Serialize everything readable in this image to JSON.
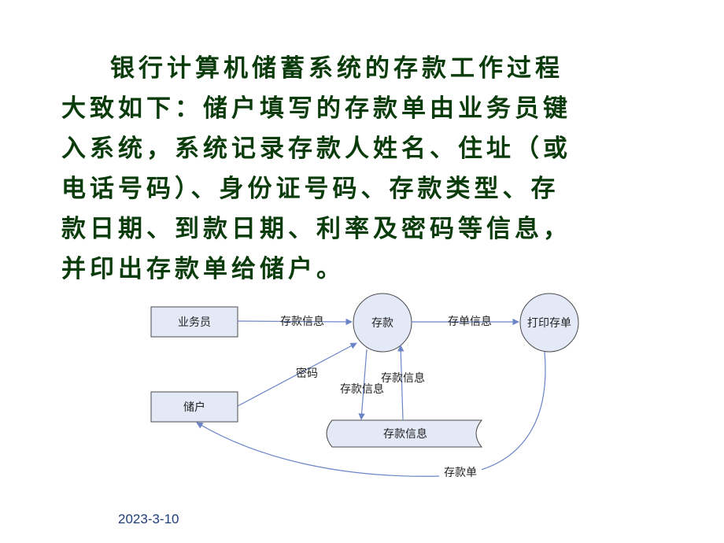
{
  "paragraph": {
    "line1": "银行计算机储蓄系统的存款工作过程",
    "line2": "大致如下：储户填写的存款单由业务员键",
    "line3": "入系统，系统记录存款人姓名、住址（或",
    "line4": "电话号码）、身份证号码、存款类型、存",
    "line5": "款日期、到款日期、利率及密码等信息，",
    "line6": "并印出存款单给储户。"
  },
  "diagram": {
    "entities": {
      "clerk": "业务员",
      "depositor": "储户"
    },
    "processes": {
      "deposit": "存款",
      "print": "打印存单"
    },
    "datastore": "存款信息",
    "flows": {
      "clerk_to_deposit": "存款信息",
      "deposit_to_print": "存单信息",
      "depositor_to_deposit": "密码",
      "deposit_to_store": "存款信息",
      "store_to_deposit": "存款信息",
      "print_to_depositor": "存款单"
    }
  },
  "footer": {
    "date": "2023-3-10"
  },
  "colors": {
    "text": "#0a3b0a",
    "shape_fill": "#e4e9f7",
    "arrow": "#6b84c8",
    "date": "#1f3f7a"
  }
}
